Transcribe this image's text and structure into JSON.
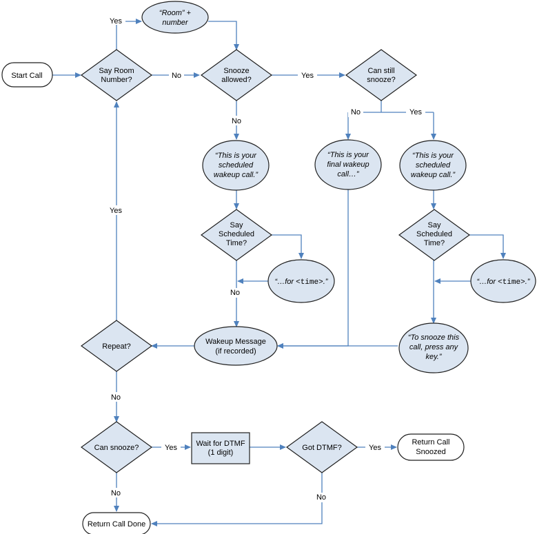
{
  "nodes": {
    "start_call": "Start Call",
    "say_room_l1": "Say Room",
    "say_room_l2": "Number?",
    "room_number_l1_q": "“Room”",
    "room_number_l1_rest": " +",
    "room_number_l2": "number",
    "snooze_allowed_l1": "Snooze",
    "snooze_allowed_l2": "allowed?",
    "can_still_l1": "Can still",
    "can_still_l2": "snooze?",
    "sched_call_a_l1": "“This is your",
    "sched_call_a_l2": "scheduled",
    "sched_call_a_l3": "wakeup call.”",
    "final_call_l1": "“This is your",
    "final_call_l2": "final wakeup",
    "final_call_l3": "call…”",
    "sched_call_b_l1": "“This is your",
    "sched_call_b_l2": "scheduled",
    "sched_call_b_l3": "wakeup call.”",
    "say_time_a_l1": "Say",
    "say_time_a_l2": "Scheduled",
    "say_time_a_l3": "Time?",
    "say_time_b_l1": "Say",
    "say_time_b_l2": "Scheduled",
    "say_time_b_l3": "Time?",
    "for_time_pre": "“…for ",
    "for_time_code": "<time>",
    "for_time_post": ".”",
    "wakeup_msg_l1": "Wakeup Message",
    "wakeup_msg_l2": "(if recorded)",
    "to_snooze_l1": "“To snooze this",
    "to_snooze_l2": "call, press any",
    "to_snooze_l3": "key.”",
    "repeat": "Repeat?",
    "can_snooze": "Can snooze?",
    "wait_dtmf_l1": "Wait for DTMF",
    "wait_dtmf_l2": "(1 digit)",
    "got_dtmf": "Got DTMF?",
    "return_snoozed_l1": "Return Call",
    "return_snoozed_l2": "Snoozed",
    "return_done": "Return Call Done"
  },
  "edges": {
    "yes": "Yes",
    "no": "No"
  }
}
